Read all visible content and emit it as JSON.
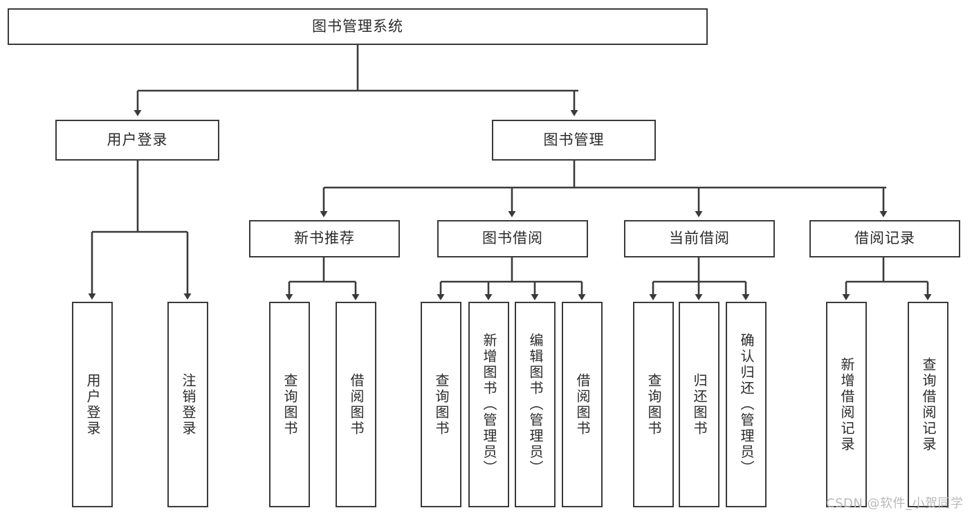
{
  "diagram": {
    "type": "hierarchy-tree",
    "title": "图书管理系统",
    "watermark": "CSDN @软件_小贺同学",
    "colors": {
      "box_border": "#3a3a3a",
      "box_fill": "#ffffff",
      "line": "#3a3a3a",
      "text": "#2b2b2b",
      "watermark": "#b9b9b9"
    },
    "nodes": {
      "root": {
        "label": "图书管理系统",
        "level": 1,
        "orientation": "horizontal"
      },
      "user_login": {
        "label": "用户登录",
        "level": 2,
        "orientation": "horizontal"
      },
      "book_manage": {
        "label": "图书管理",
        "level": 2,
        "orientation": "horizontal"
      },
      "new_book_rec": {
        "label": "新书推荐",
        "level": 3,
        "orientation": "horizontal"
      },
      "book_borrow": {
        "label": "图书借阅",
        "level": 3,
        "orientation": "horizontal"
      },
      "current_borrow": {
        "label": "当前借阅",
        "level": 3,
        "orientation": "horizontal"
      },
      "borrow_record": {
        "label": "借阅记录",
        "level": 3,
        "orientation": "horizontal"
      },
      "leaf_user_login": {
        "label": "用户登录",
        "level": 3,
        "orientation": "vertical"
      },
      "leaf_logout": {
        "label": "注销登录",
        "level": 3,
        "orientation": "vertical"
      },
      "leaf_query_book_1": {
        "label": "查询图书",
        "level": 4,
        "orientation": "vertical"
      },
      "leaf_borrow_book_1": {
        "label": "借阅图书",
        "level": 4,
        "orientation": "vertical"
      },
      "leaf_query_book_2": {
        "label": "查询图书",
        "level": 4,
        "orientation": "vertical"
      },
      "leaf_add_book": {
        "label": "新增图书（管理员）",
        "level": 4,
        "orientation": "vertical"
      },
      "leaf_edit_book": {
        "label": "编辑图书（管理员）",
        "level": 4,
        "orientation": "vertical"
      },
      "leaf_borrow_book_2": {
        "label": "借阅图书",
        "level": 4,
        "orientation": "vertical"
      },
      "leaf_query_book_3": {
        "label": "查询图书",
        "level": 4,
        "orientation": "vertical"
      },
      "leaf_return_book": {
        "label": "归还图书",
        "level": 4,
        "orientation": "vertical"
      },
      "leaf_confirm_return": {
        "label": "确认归还（管理员）",
        "level": 4,
        "orientation": "vertical"
      },
      "leaf_add_record": {
        "label": "新增借阅记录",
        "level": 4,
        "orientation": "vertical"
      },
      "leaf_query_record": {
        "label": "查询借阅记录",
        "level": 4,
        "orientation": "vertical"
      }
    },
    "edges": [
      {
        "from": "root",
        "to": "user_login"
      },
      {
        "from": "root",
        "to": "book_manage"
      },
      {
        "from": "user_login",
        "to": "leaf_user_login"
      },
      {
        "from": "user_login",
        "to": "leaf_logout"
      },
      {
        "from": "book_manage",
        "to": "new_book_rec"
      },
      {
        "from": "book_manage",
        "to": "book_borrow"
      },
      {
        "from": "book_manage",
        "to": "current_borrow"
      },
      {
        "from": "book_manage",
        "to": "borrow_record"
      },
      {
        "from": "new_book_rec",
        "to": "leaf_query_book_1"
      },
      {
        "from": "new_book_rec",
        "to": "leaf_borrow_book_1"
      },
      {
        "from": "book_borrow",
        "to": "leaf_query_book_2"
      },
      {
        "from": "book_borrow",
        "to": "leaf_add_book"
      },
      {
        "from": "book_borrow",
        "to": "leaf_edit_book"
      },
      {
        "from": "book_borrow",
        "to": "leaf_borrow_book_2"
      },
      {
        "from": "current_borrow",
        "to": "leaf_query_book_3"
      },
      {
        "from": "current_borrow",
        "to": "leaf_return_book"
      },
      {
        "from": "current_borrow",
        "to": "leaf_confirm_return"
      },
      {
        "from": "borrow_record",
        "to": "leaf_add_record"
      },
      {
        "from": "borrow_record",
        "to": "leaf_query_record"
      }
    ]
  }
}
